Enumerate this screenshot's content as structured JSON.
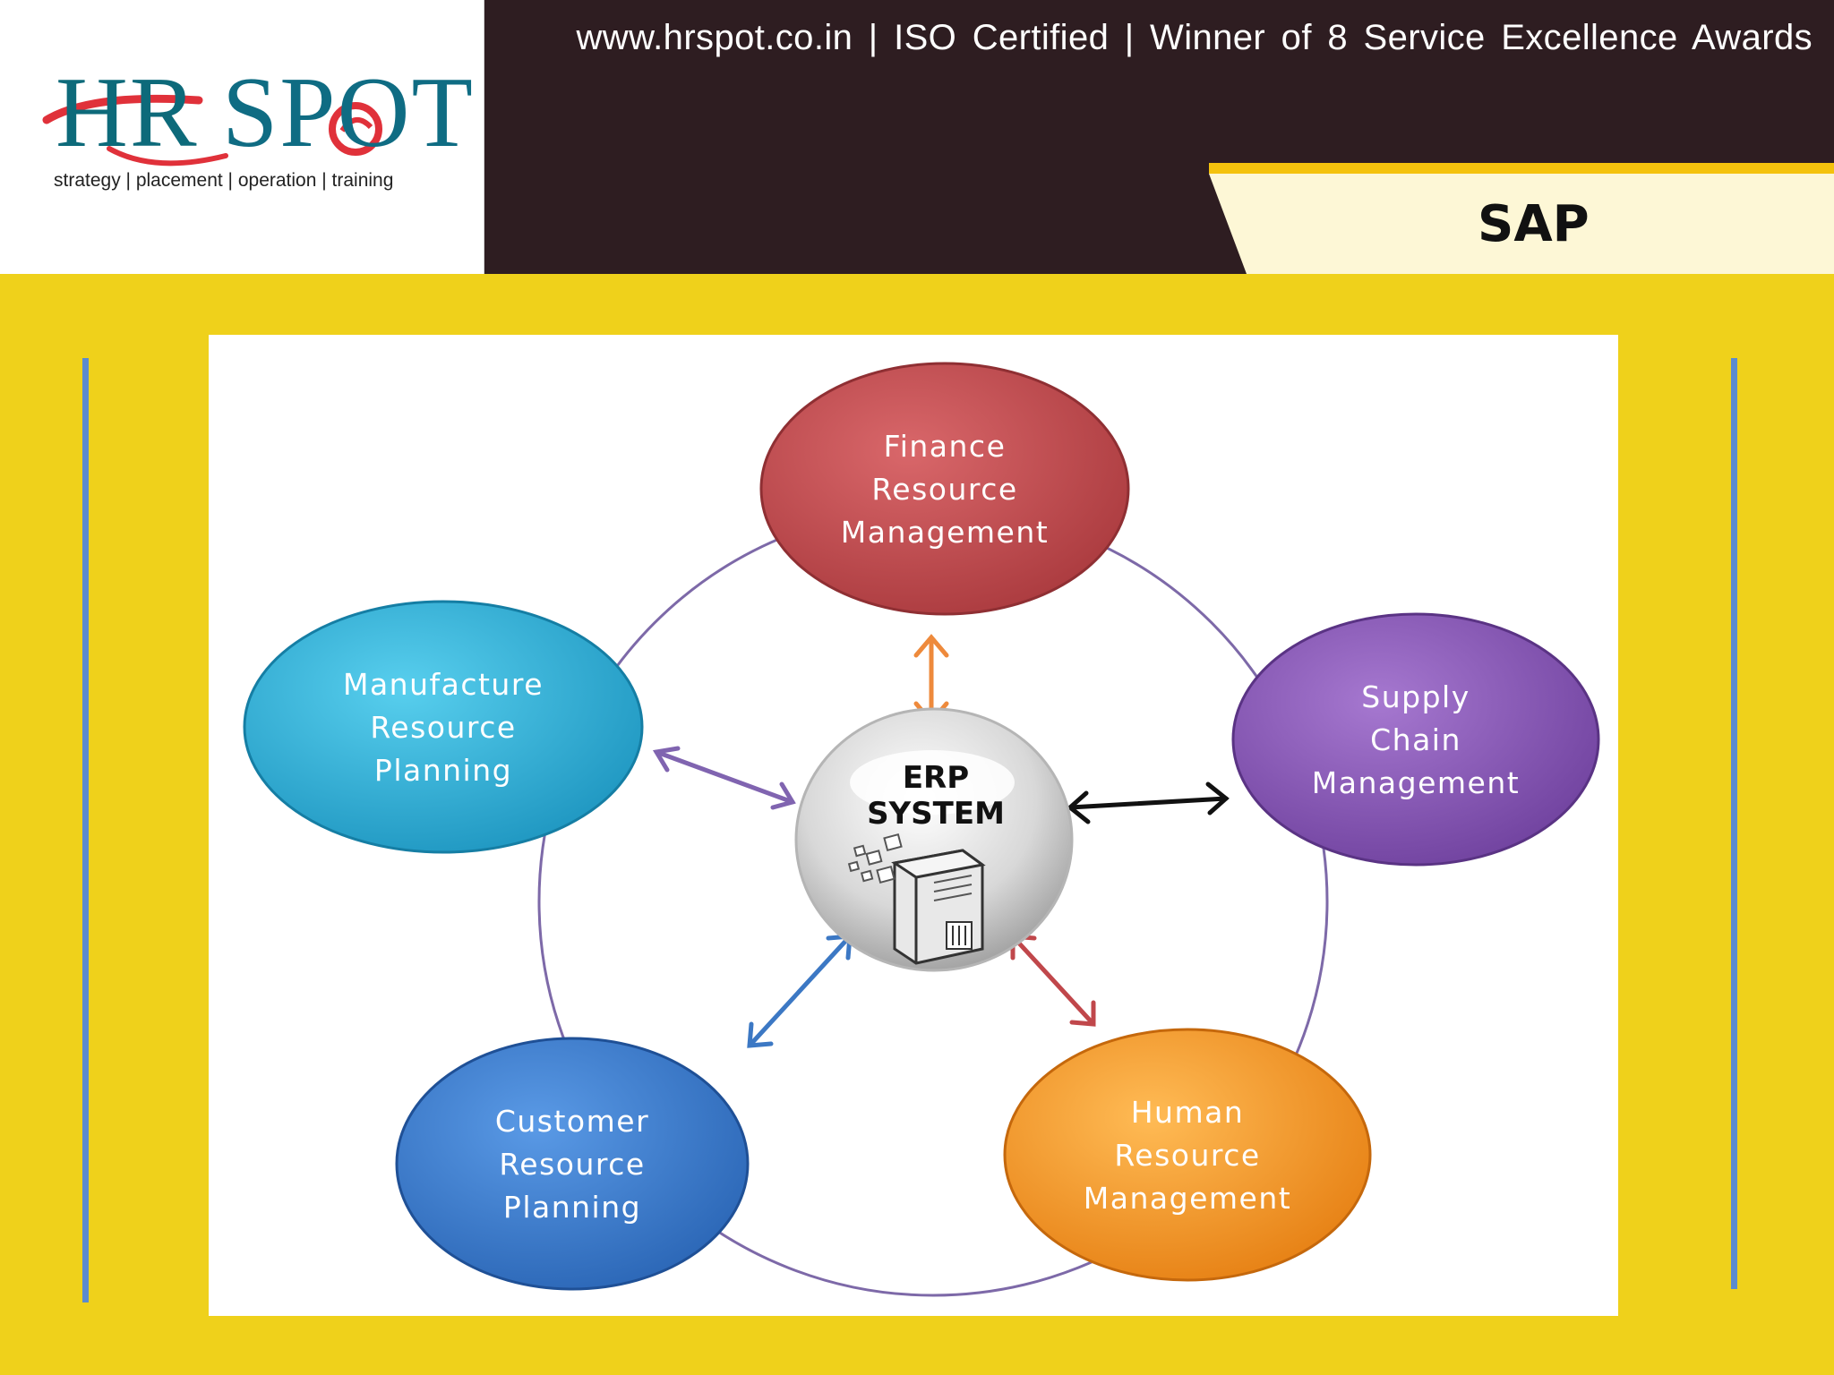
{
  "header": {
    "info_line": "www.hrspot.co.in  |  ISO Certified  |  Winner of 8 Service Excellence Awards",
    "slide_title": "SAP"
  },
  "logo": {
    "word_hr": "HR",
    "word_spot": "SPOT",
    "tagline": "strategy | placement | operation | training"
  },
  "diagram": {
    "center": {
      "line1": "ERP",
      "line2": "SYSTEM"
    },
    "nodes": {
      "finance": {
        "line1": "Finance",
        "line2": "Resource",
        "line3": "Management",
        "color": "#c0474b"
      },
      "supply": {
        "line1": "Supply",
        "line2": "Chain",
        "line3": "Management",
        "color": "#8a56b8"
      },
      "human": {
        "line1": "Human",
        "line2": "Resource",
        "line3": "Management",
        "color": "#f59a21"
      },
      "customer": {
        "line1": "Customer",
        "line2": "Resource",
        "line3": "Planning",
        "color": "#3a7ed1"
      },
      "manufacture": {
        "line1": "Manufacture",
        "line2": "Resource",
        "line3": "Planning",
        "color": "#2fb3da"
      }
    },
    "arrow_colors": {
      "finance": "#ee8a3c",
      "supply": "#111111",
      "human": "#c0474b",
      "customer": "#3c78c4",
      "manufacture": "#8064b0"
    },
    "ring_color": "#7d69a8"
  },
  "colors": {
    "background": "#efd11b",
    "header": "#2e1d21",
    "title_tab": "#fdf7d6",
    "accent_bar": "#5b8bcf"
  }
}
